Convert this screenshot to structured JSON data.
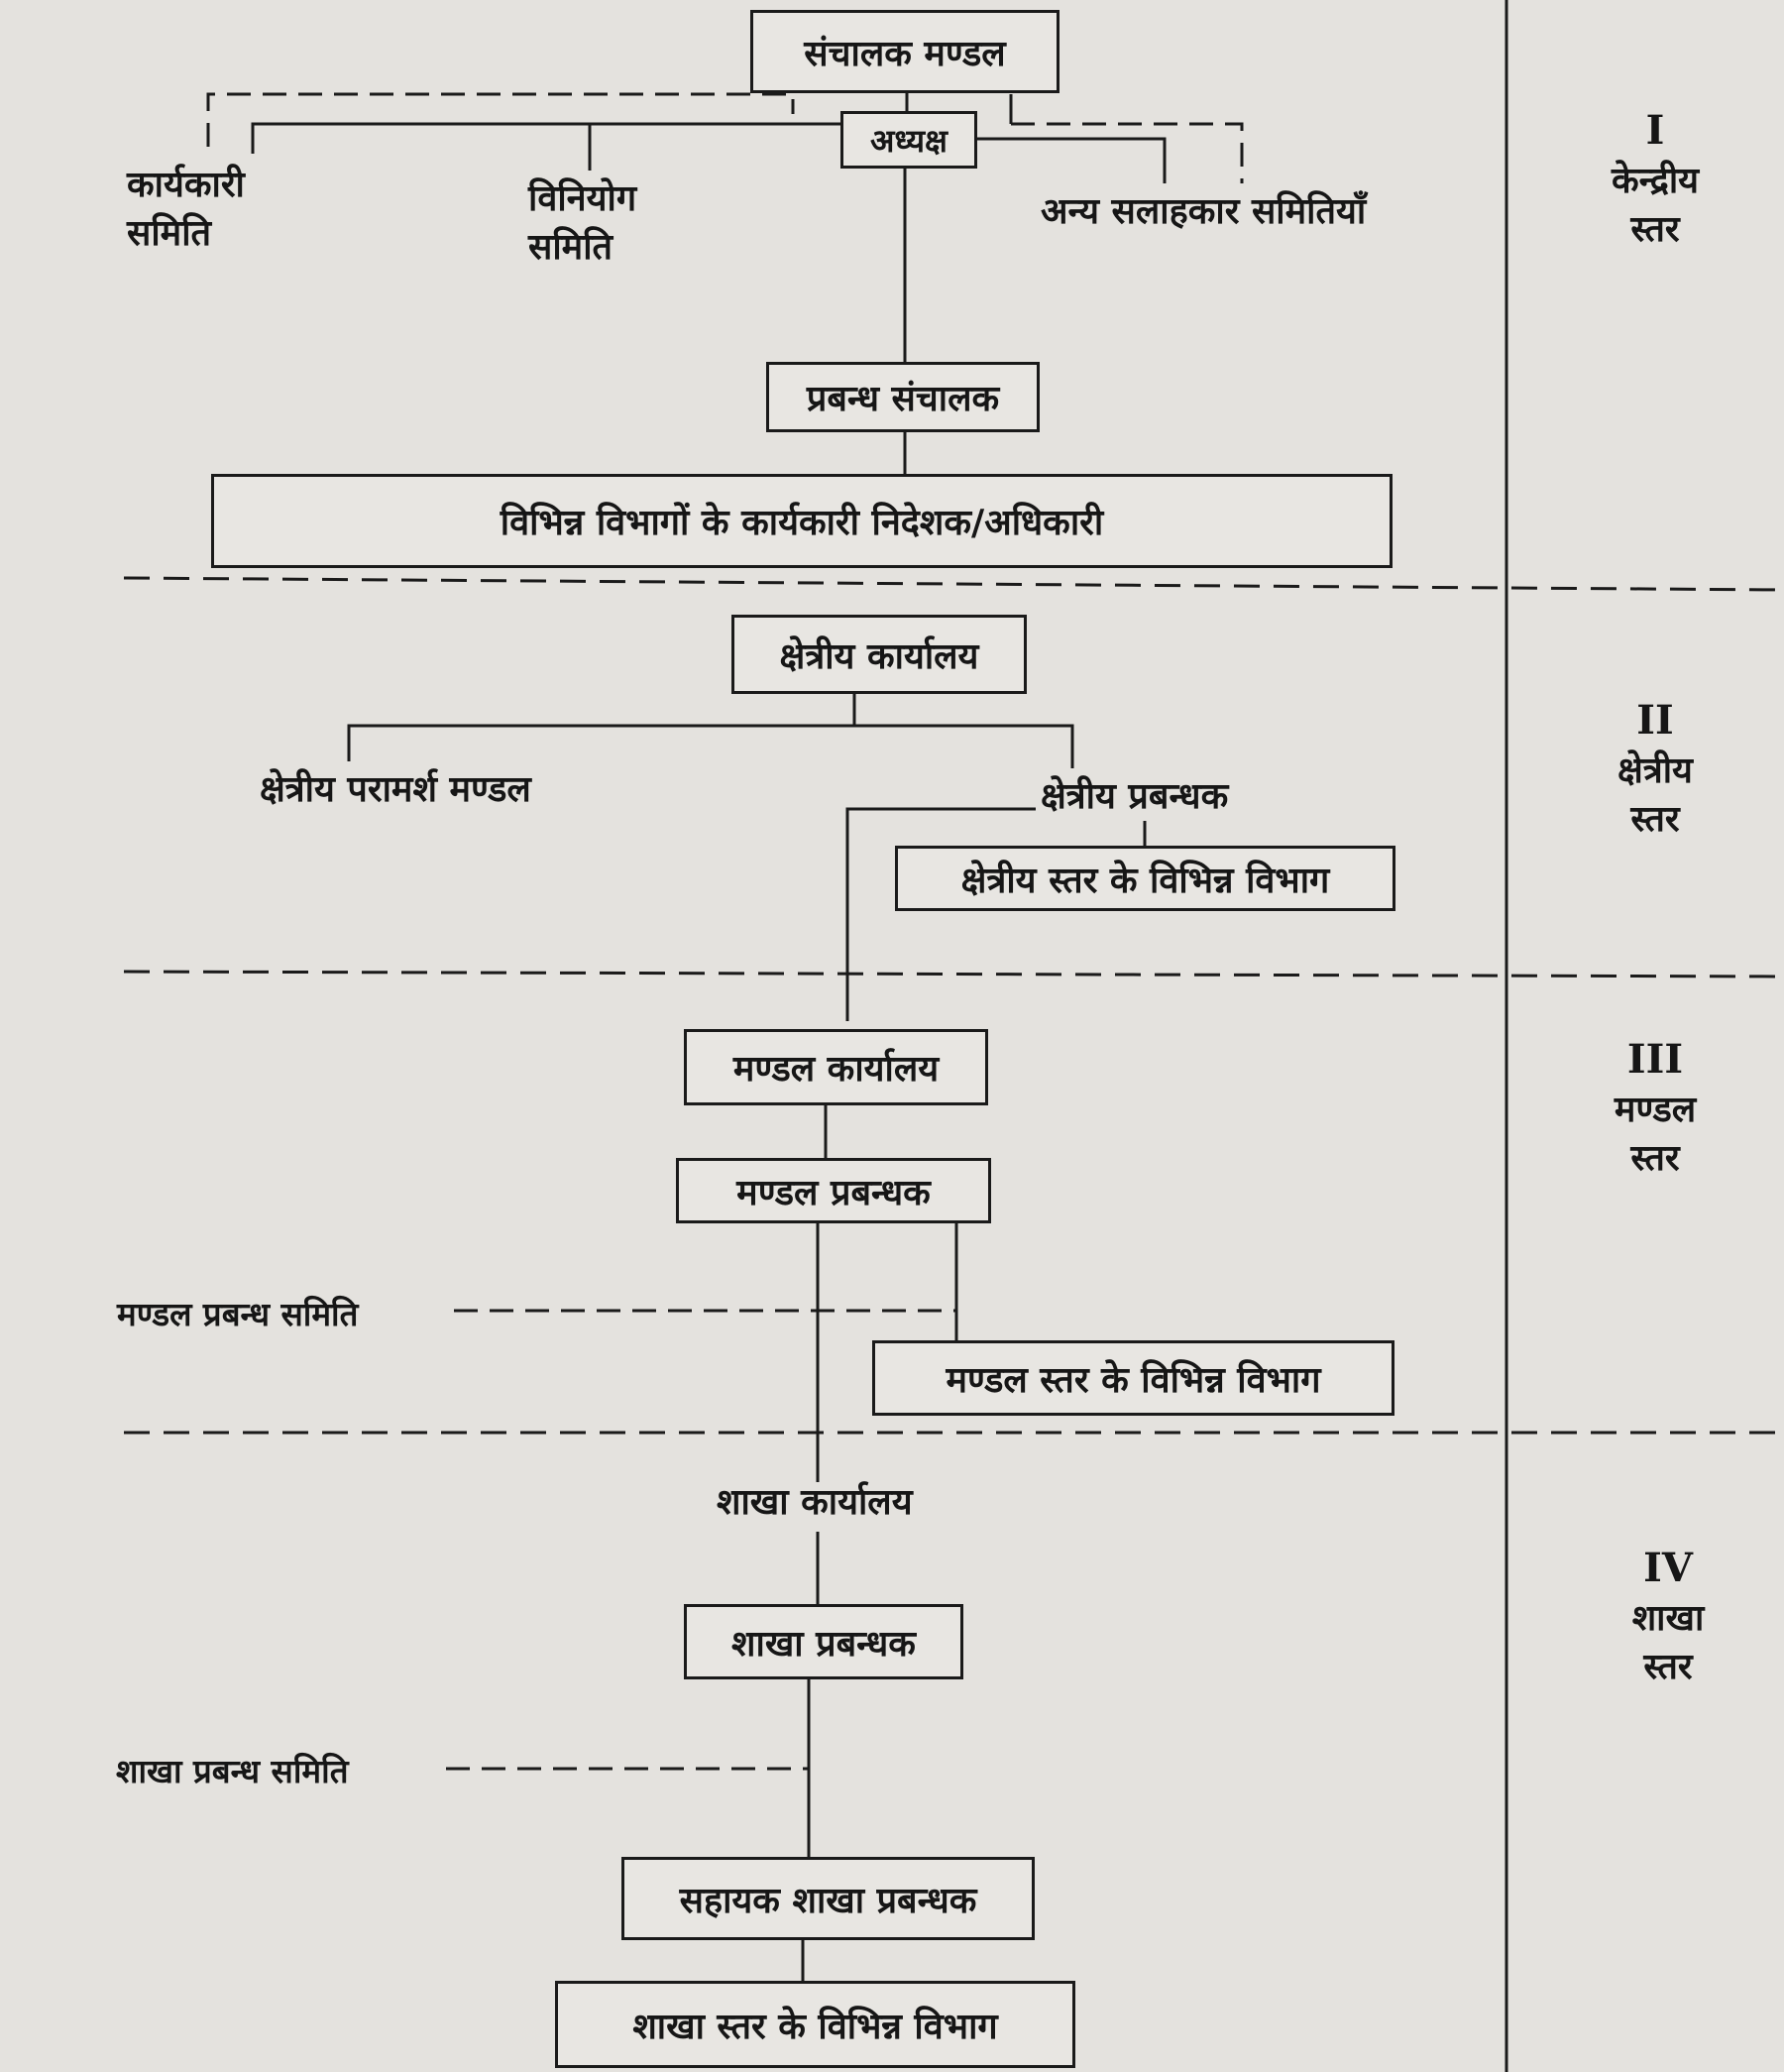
{
  "central": {
    "board": "संचालक मण्डल",
    "chairman": "अध्यक्ष",
    "executive_committee": [
      "कार्यकारी",
      "समिति"
    ],
    "investment_committee": [
      "विनियोग",
      "समिति"
    ],
    "other_committees": "अन्य सलाहकार समितियाँ",
    "managing_director": "प्रबन्ध संचालक",
    "exec_directors": "विभिन्न विभागों के कार्यकारी निदेशक/अधिकारी"
  },
  "regional": {
    "office": "क्षेत्रीय कार्यालय",
    "advisory_board": "क्षेत्रीय परामर्श मण्डल",
    "manager": "क्षेत्रीय प्रबन्धक",
    "departments": "क्षेत्रीय स्तर के विभिन्न विभाग"
  },
  "division": {
    "office": "मण्डल कार्यालय",
    "manager": "मण्डल प्रबन्धक",
    "committee": "मण्डल प्रबन्ध समिति",
    "departments": "मण्डल स्तर के विभिन्न विभाग"
  },
  "branch": {
    "office": "शाखा कार्यालय",
    "manager": "शाखा प्रबन्धक",
    "committee": "शाखा प्रबन्ध समिति",
    "assistant_manager": "सहायक शाखा प्रबन्धक",
    "departments": "शाखा स्तर के विभिन्न विभाग"
  },
  "levels": [
    {
      "num": "I",
      "name": [
        "केन्द्रीय",
        "स्तर"
      ]
    },
    {
      "num": "II",
      "name": [
        "क्षेत्रीय",
        "स्तर"
      ]
    },
    {
      "num": "III",
      "name": [
        "मण्डल",
        "स्तर"
      ]
    },
    {
      "num": "IV",
      "name": [
        "शाखा",
        "स्तर"
      ]
    }
  ]
}
